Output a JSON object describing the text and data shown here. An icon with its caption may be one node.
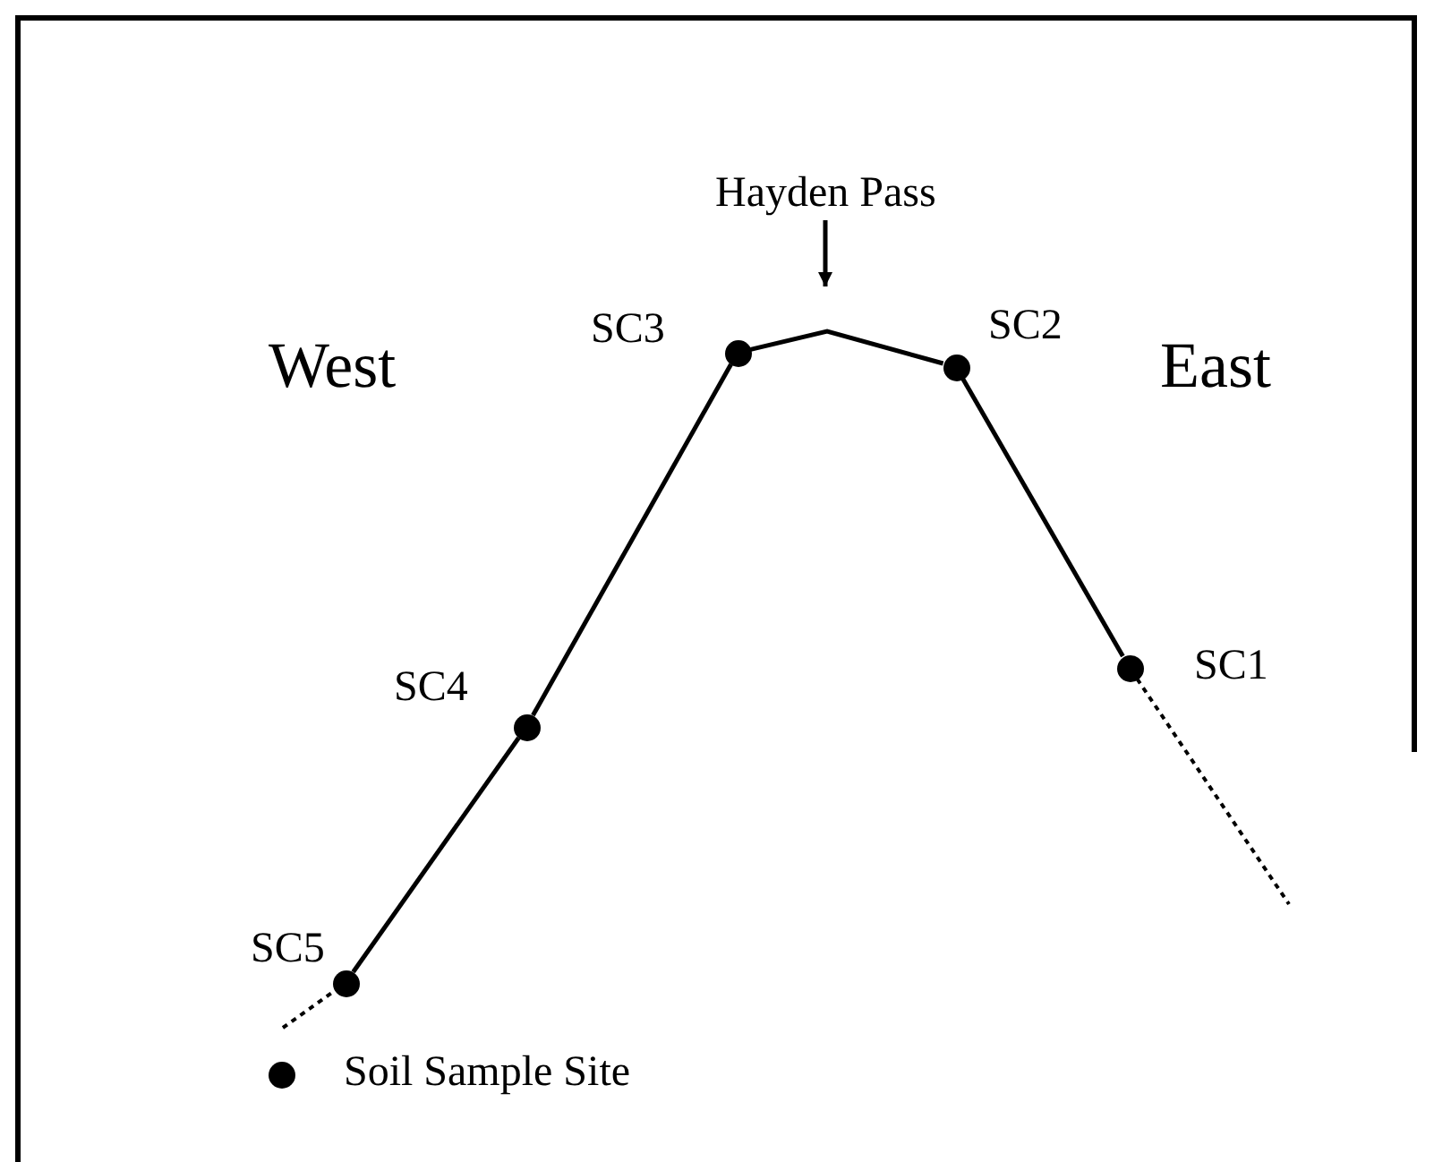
{
  "diagram": {
    "nodes": [
      {
        "text": [
          "Hayden Pass"
        ]
      },
      {
        "text": [],
        "shape": "circle",
        "beside": [
          "SC5"
        ]
      },
      {
        "text": [],
        "shape": "circle",
        "beside": [
          "SC4"
        ]
      },
      {
        "text": [],
        "shape": "circle",
        "beside": [
          "SC3"
        ]
      },
      {
        "text": [],
        "shape": "circle",
        "beside": [
          "SC2"
        ]
      },
      {
        "text": [],
        "shape": "circle",
        "beside": [
          "SC1"
        ]
      }
    ],
    "edges": [
      {
        "from": null,
        "to": 1,
        "arrow": "none",
        "style": "dashed"
      },
      {
        "from": 1,
        "to": 2,
        "arrow": "none"
      },
      {
        "from": 2,
        "to": 3,
        "arrow": "none"
      },
      {
        "from": 3,
        "to": 4,
        "arrow": "none"
      },
      {
        "from": 4,
        "to": 5,
        "arrow": "none"
      },
      {
        "from": 5,
        "to": null,
        "arrow": "none",
        "style": "dashed"
      },
      {
        "from": 0,
        "to": null,
        "arrow": "to"
      }
    ],
    "labels": [
      "West",
      "East"
    ],
    "legend": [
      {
        "text": "Soil Sample Site"
      }
    ]
  }
}
